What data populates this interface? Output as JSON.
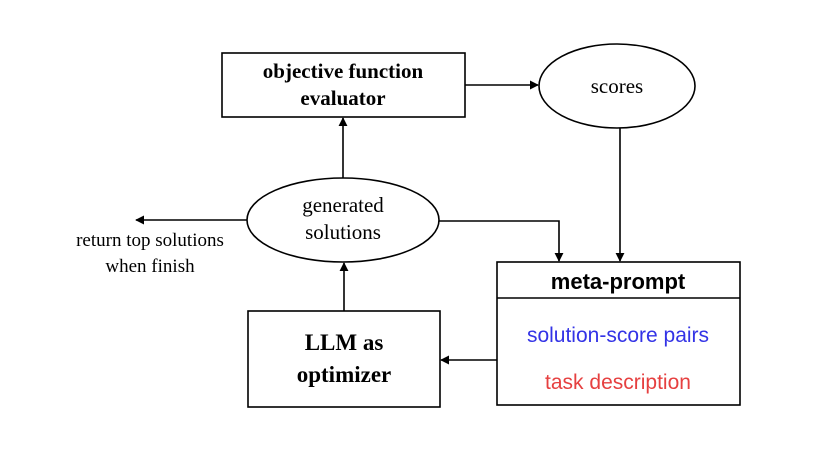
{
  "evaluator": {
    "line1": "objective function",
    "line2": "evaluator"
  },
  "scores": {
    "label": "scores"
  },
  "generated": {
    "line1": "generated",
    "line2": "solutions"
  },
  "return_note": {
    "line1": "return top solutions",
    "line2": "when finish"
  },
  "meta_prompt": {
    "title": "meta-prompt",
    "pairs": "solution-score pairs",
    "task": "task description"
  },
  "optimizer": {
    "line1": "LLM as",
    "line2": "optimizer"
  },
  "colors": {
    "pairs": "#3333e6",
    "task": "#e64040",
    "stroke": "#000000"
  }
}
